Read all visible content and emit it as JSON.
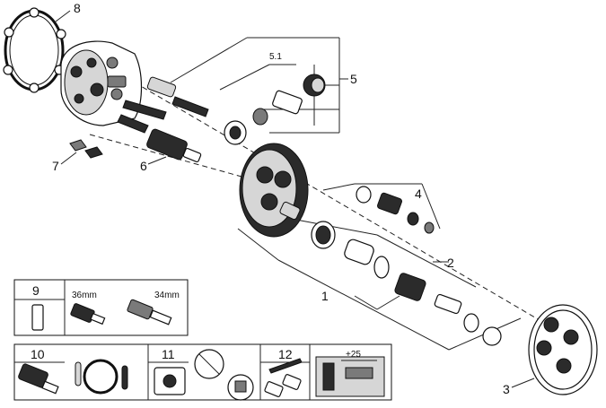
{
  "callouts": {
    "c8": "8",
    "c5_1": "5.1",
    "c5": "5",
    "c7": "7",
    "c6": "6",
    "c4": "4",
    "c2": "2",
    "c1": "1",
    "c3": "3"
  },
  "legend": {
    "box9": {
      "number": "9",
      "size_a": "36mm",
      "size_b": "34mm"
    },
    "box10": {
      "number": "10"
    },
    "box11": {
      "number": "11"
    },
    "box12": {
      "number": "12",
      "dimension": "+25"
    }
  }
}
